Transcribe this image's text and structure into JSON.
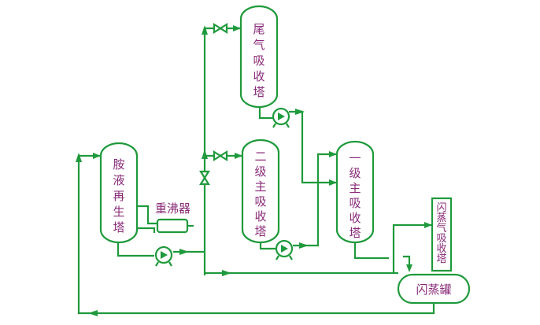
{
  "colors": {
    "line": "#1f9a3c",
    "text": "#8a2c7a",
    "background": "#ffffff"
  },
  "labels": {
    "tail_tower": [
      "尾",
      "气",
      "吸",
      "收",
      "塔"
    ],
    "amine_tower": [
      "胺",
      "液",
      "再",
      "生",
      "塔"
    ],
    "reboiler": "重沸器",
    "secondary_absorber": [
      "二",
      "级",
      "主",
      "吸",
      "收",
      "塔"
    ],
    "primary_absorber": [
      "一",
      "级",
      "主",
      "吸",
      "收",
      "塔"
    ],
    "flash_absorber": [
      "闪",
      "蒸",
      "气",
      "吸",
      "收",
      "塔"
    ],
    "flash_tank": "闪蒸罐"
  },
  "icons": [
    "pump-icon",
    "valve-icon",
    "arrow-icon"
  ]
}
